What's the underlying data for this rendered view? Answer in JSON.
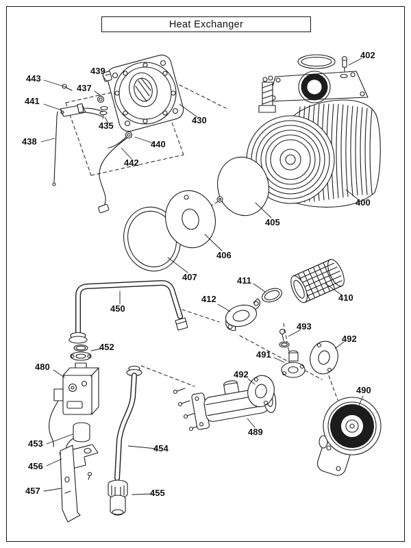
{
  "title": "Heat Exchanger",
  "colors": {
    "ink": "#1c1c1c",
    "paper": "#ffffff"
  },
  "parts": {
    "p400": "400",
    "p402": "402",
    "p405": "405",
    "p406": "406",
    "p407": "407",
    "p410": "410",
    "p411": "411",
    "p412": "412",
    "p430": "430",
    "p435": "435",
    "p437": "437",
    "p438": "438",
    "p439": "439",
    "p440": "440",
    "p441": "441",
    "p442": "442",
    "p443": "443",
    "p450": "450",
    "p452": "452",
    "p453": "453",
    "p454": "454",
    "p455": "455",
    "p456": "456",
    "p457": "457",
    "p480": "480",
    "p489": "489",
    "p490": "490",
    "p491": "491",
    "p492": "492",
    "p493": "493"
  }
}
